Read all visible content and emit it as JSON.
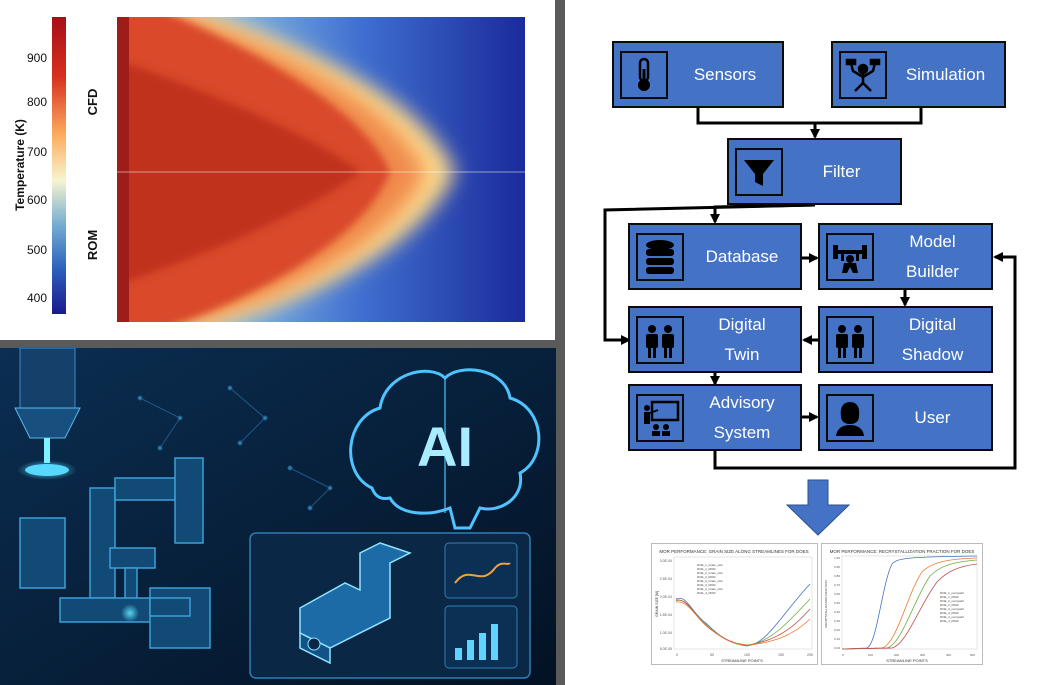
{
  "heatmap": {
    "colorbar_label": "Temperature (K)",
    "ticks": [
      "900",
      "800",
      "700",
      "600",
      "500",
      "400"
    ],
    "top_label": "CFD",
    "bottom_label": "ROM"
  },
  "ai_panel": {
    "headline": "AI"
  },
  "flowchart": {
    "nodes": {
      "sensors": "Sensors",
      "simulation": "Simulation",
      "filter": "Filter",
      "database": "Database",
      "model_builder": [
        "Model",
        "Builder"
      ],
      "digital_twin": [
        "Digital",
        "Twin"
      ],
      "digital_shadow": [
        "Digital",
        "Shadow"
      ],
      "advisory": [
        "Advisory",
        "System"
      ],
      "user": "User"
    },
    "colors": {
      "box": "#4472c4",
      "border": "#0b0b0b",
      "text": "#ffffff"
    }
  },
  "charts": {
    "left": {
      "title": "MOR PERFORMANCE: GRAIN SIZE ALONG STREAMLINES FOR DOES",
      "xlabel": "STREAMLINE POINTS",
      "ylabel": "GRAIN SIZE [M]",
      "yticks": [
        "3.0E-04",
        "2.5E-04",
        "2.0E-04",
        "1.5E-04",
        "1.0E-04",
        "5.0E-05"
      ],
      "xticks": [
        "0",
        "50",
        "100",
        "150",
        "200"
      ],
      "legend": [
        "DOE_1_Grain_size",
        "DOE_1_MOR",
        "DOE_2_Grain_size",
        "DOE_2_MOR",
        "DOE_3_Grain_size",
        "DOE_3_MOR",
        "DOE_4_Grain_size",
        "DOE_4_MOR"
      ]
    },
    "right": {
      "title": "MOR PERFORMANCE: RECRYSTALLIZATION FRACTION FOR DOES",
      "xlabel": "STREAMLINE POINTS",
      "ylabel": "RECRYSTALLIZATION FRACTION",
      "yticks": [
        "1.00",
        "0.90",
        "0.80",
        "0.70",
        "0.60",
        "0.50",
        "0.40",
        "0.30",
        "0.20",
        "0.10",
        "0.00"
      ],
      "xticks": [
        "0",
        "100",
        "200",
        "300",
        "400",
        "500"
      ],
      "legend": [
        "DOE_1_recrystall",
        "DOE_1_MOR",
        "DOE_2_recrystall",
        "DOE_2_MOR",
        "DOE_3_recrystall",
        "DOE_3_MOR",
        "DOE_4_recrystall",
        "DOE_4_MOR"
      ]
    }
  }
}
